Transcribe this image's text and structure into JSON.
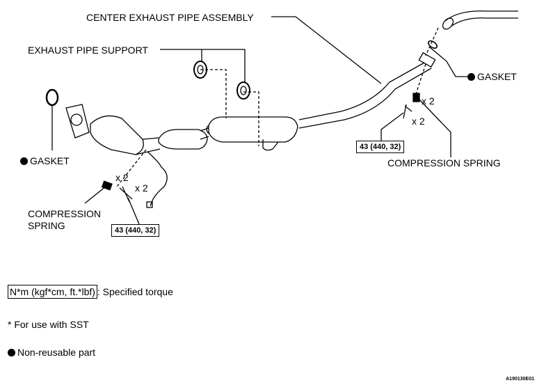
{
  "labels": {
    "center_pipe": "CENTER EXHAUST PIPE ASSEMBLY",
    "support": "EXHAUST PIPE SUPPORT",
    "gasket_right": "GASKET",
    "gasket_left": "GASKET",
    "x2_top_right": "x 2",
    "x2_bottom_right": "x 2",
    "x2_left_spring": "x 2",
    "x2_left_bolt": "x 2",
    "compression_spring_right": "COMPRESSION SPRING",
    "compression_spring_left_1": "COMPRESSION",
    "compression_spring_left_2": "SPRING"
  },
  "torque": {
    "right": "43 (440, 32)",
    "left": "43 (440, 32)"
  },
  "legend": {
    "torque_unit": "N*m (kgf*cm, ft.*lbf)",
    "torque_desc": ": Specified torque",
    "sst": "* For use with SST",
    "non_reusable": "Non-reusable part"
  },
  "figure_code": "A190130E01"
}
